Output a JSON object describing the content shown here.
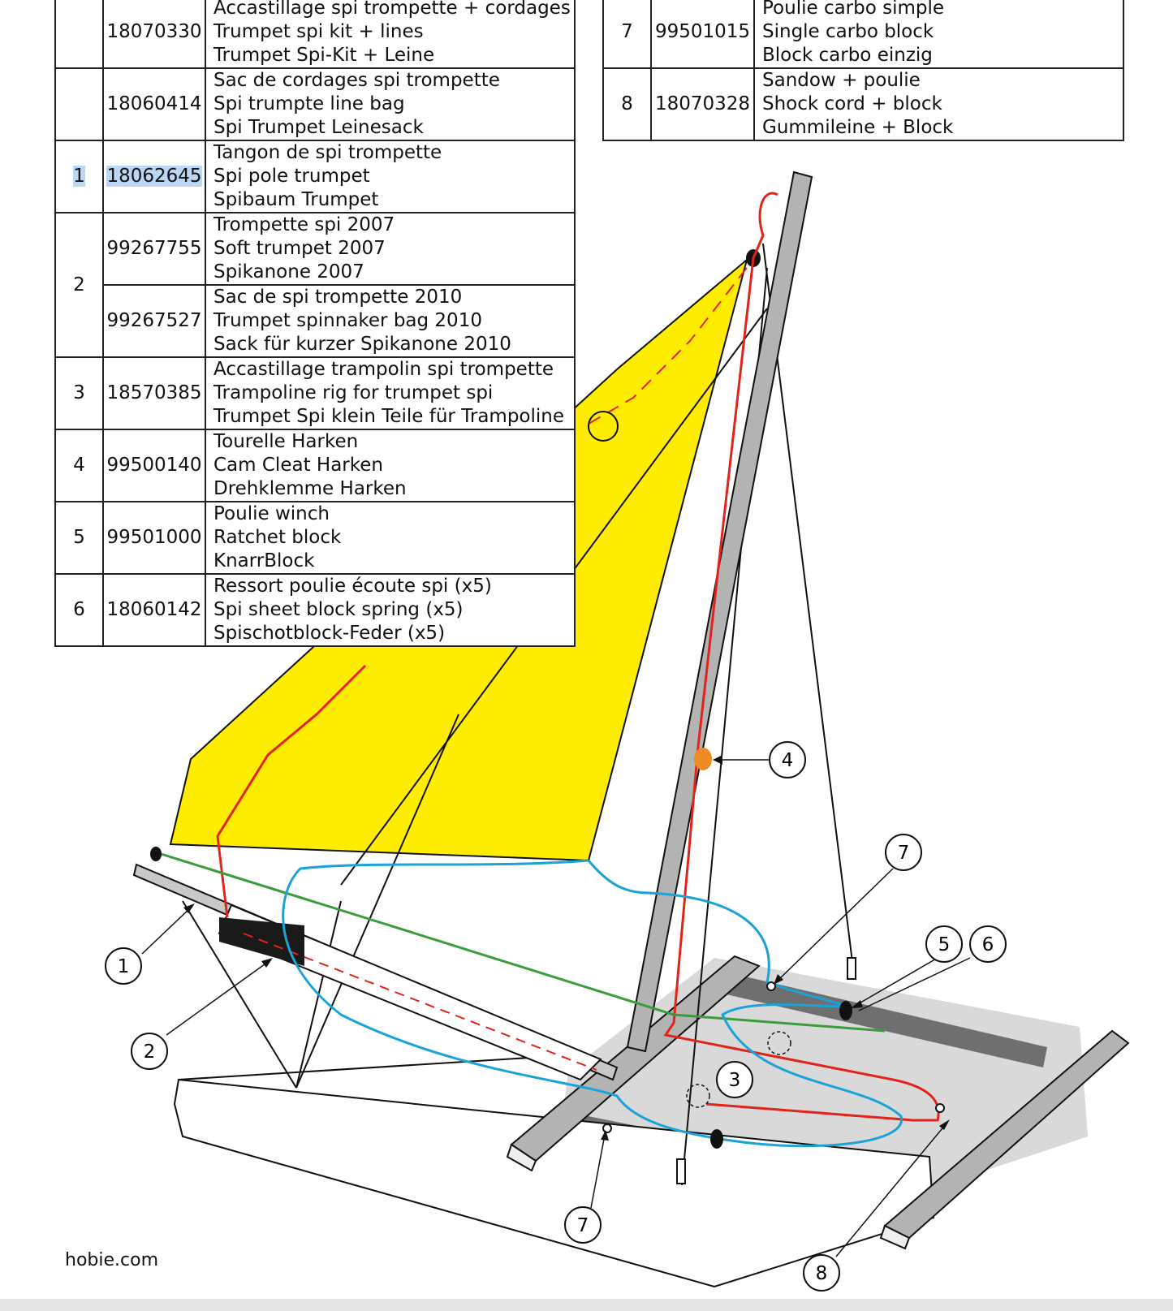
{
  "left_table": {
    "rows": [
      {
        "num": "",
        "ref": "18070330",
        "lines": [
          "Accastillage spi trompette + cordages",
          "Trumpet spi kit + lines",
          "Trumpet Spi-Kit + Leine"
        ]
      },
      {
        "num": "",
        "ref": "18060414",
        "lines": [
          "Sac de cordages spi trompette",
          "Spi trumpte line bag",
          "Spi Trumpet Leinesack"
        ]
      },
      {
        "num": "1",
        "ref": "18062645",
        "lines": [
          "Tangon de spi trompette",
          "Spi pole trumpet",
          "Spibaum Trumpet"
        ]
      },
      {
        "num": "2",
        "ref": "99267755",
        "lines": [
          "Trompette spi 2007",
          "Soft trumpet 2007",
          "Spikanone 2007"
        ]
      },
      {
        "num": "",
        "ref": "99267527",
        "lines": [
          "Sac de spi trompette 2010",
          "Trumpet spinnaker bag 2010",
          "Sack für kurzer Spikanone 2010"
        ]
      },
      {
        "num": "3",
        "ref": "18570385",
        "lines": [
          "Accastillage trampolin spi trompette",
          "Trampoline rig for trumpet spi",
          "Trumpet Spi klein Teile für Trampoline"
        ]
      },
      {
        "num": "4",
        "ref": "99500140",
        "lines": [
          "Tourelle Harken",
          "Cam Cleat Harken",
          "Drehklemme Harken"
        ]
      },
      {
        "num": "5",
        "ref": "99501000",
        "lines": [
          "Poulie winch",
          "Ratchet block",
          "KnarrBlock"
        ]
      },
      {
        "num": "6",
        "ref": "18060142",
        "lines": [
          "Ressort poulie écoute spi (x5)",
          "Spi sheet block spring (x5)",
          "Spischotblock-Feder (x5)"
        ]
      }
    ]
  },
  "right_table": {
    "rows": [
      {
        "num": "7",
        "ref": "99501015",
        "lines": [
          "Poulie carbo simple",
          "Single carbo block",
          "Block carbo einzig"
        ]
      },
      {
        "num": "8",
        "ref": "18070328",
        "lines": [
          "Sandow + poulie",
          "Shock cord + block",
          "Gummileine + Block"
        ]
      }
    ]
  },
  "callouts": {
    "c1": "1",
    "c2": "2",
    "c3": "3",
    "c4": "4",
    "c5": "5",
    "c6": "6",
    "c7a": "7",
    "c7b": "7",
    "c8": "8"
  },
  "colors": {
    "sail": "#ffed00",
    "red_line": "#e2231a",
    "blue_line": "#1aa3d8",
    "green_line": "#3c9c3a",
    "frame": "#b3b3b3",
    "trampoline": "#d9d9d9",
    "cleat": "#f08a24",
    "highlight": "#bcd7f5"
  },
  "footer": "hobie.com"
}
